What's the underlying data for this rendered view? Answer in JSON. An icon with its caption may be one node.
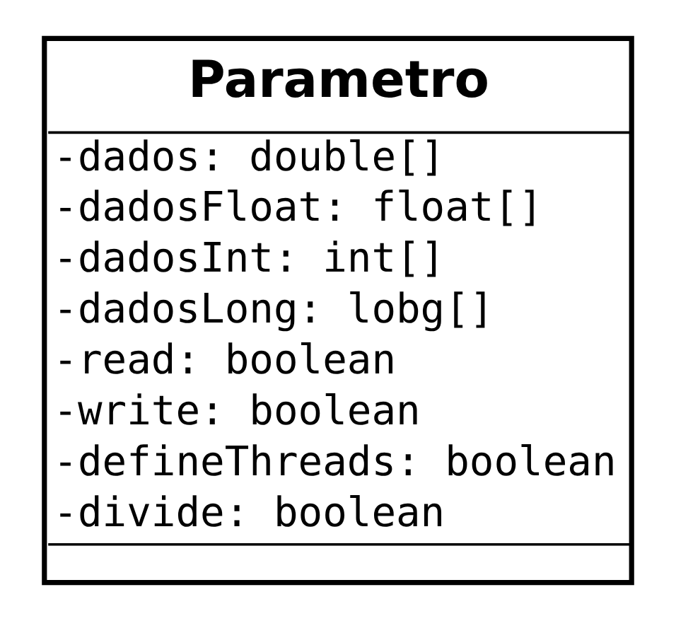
{
  "diagram": {
    "nodes": [
      {
        "text": [
          "Parametro",
          "-dados: double[]",
          "-dadosFloat: float[]",
          "-dadosInt: int[]",
          "-dadosLong: lobg[]",
          "-read: boolean",
          "-write: boolean",
          "-defineThreads: boolean",
          "-divide: boolean"
        ]
      }
    ],
    "edges": []
  }
}
